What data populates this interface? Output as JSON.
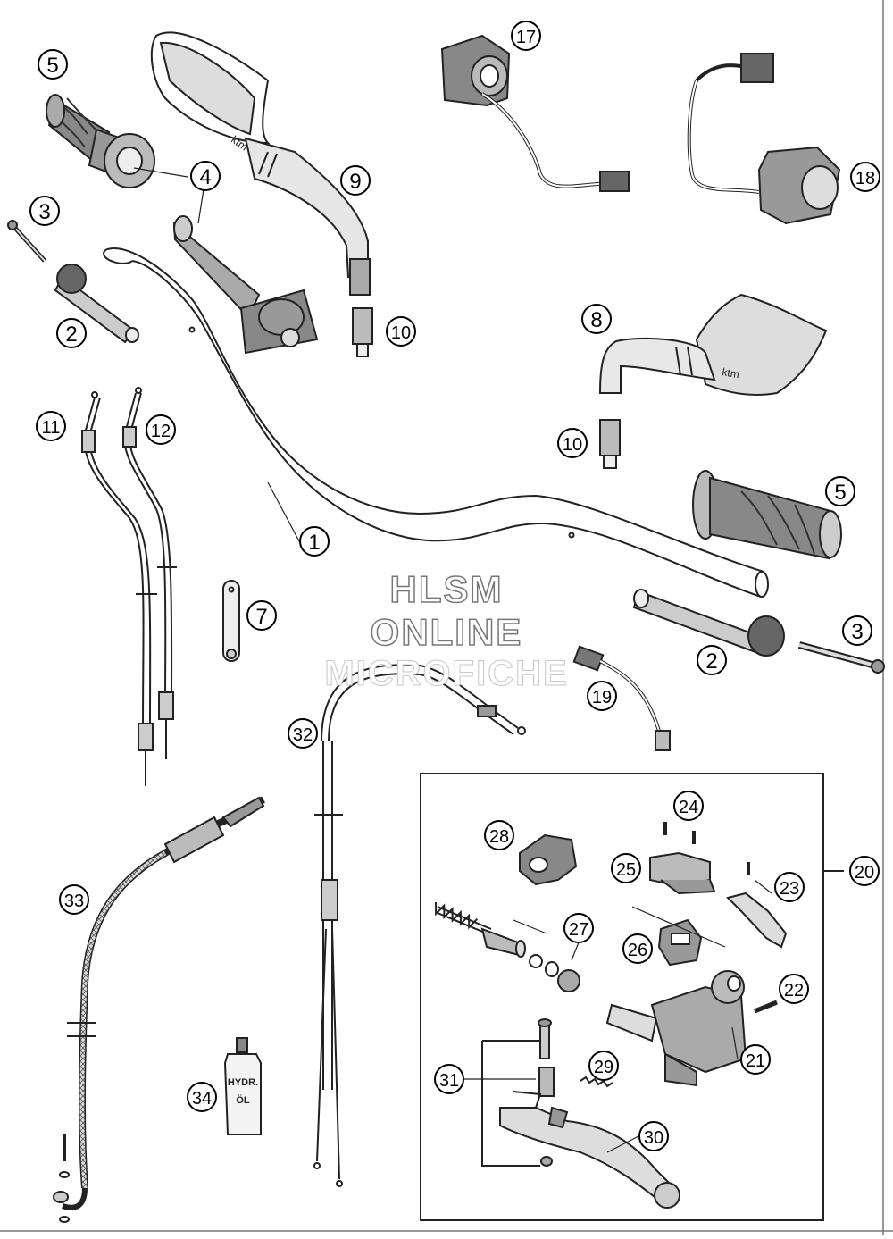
{
  "watermark": {
    "line1": "HLSM",
    "line2": "ONLINE",
    "line3": "MICROFICHE"
  },
  "callouts": [
    {
      "id": "c5a",
      "label": "5"
    },
    {
      "id": "c4",
      "label": "4"
    },
    {
      "id": "c3a",
      "label": "3"
    },
    {
      "id": "c2a",
      "label": "2"
    },
    {
      "id": "c9",
      "label": "9"
    },
    {
      "id": "c10a",
      "label": "10"
    },
    {
      "id": "c17",
      "label": "17"
    },
    {
      "id": "c18",
      "label": "18"
    },
    {
      "id": "c8",
      "label": "8"
    },
    {
      "id": "c10b",
      "label": "10"
    },
    {
      "id": "c11",
      "label": "11"
    },
    {
      "id": "c12",
      "label": "12"
    },
    {
      "id": "c1",
      "label": "1"
    },
    {
      "id": "c5b",
      "label": "5"
    },
    {
      "id": "c7",
      "label": "7"
    },
    {
      "id": "c3b",
      "label": "3"
    },
    {
      "id": "c2b",
      "label": "2"
    },
    {
      "id": "c19",
      "label": "19"
    },
    {
      "id": "c32",
      "label": "32"
    },
    {
      "id": "c24",
      "label": "24"
    },
    {
      "id": "c20",
      "label": "20"
    },
    {
      "id": "c28",
      "label": "28"
    },
    {
      "id": "c25",
      "label": "25"
    },
    {
      "id": "c23",
      "label": "23"
    },
    {
      "id": "c27",
      "label": "27"
    },
    {
      "id": "c26",
      "label": "26"
    },
    {
      "id": "c33",
      "label": "33"
    },
    {
      "id": "c22",
      "label": "22"
    },
    {
      "id": "c21",
      "label": "21"
    },
    {
      "id": "c31",
      "label": "31"
    },
    {
      "id": "c29",
      "label": "29"
    },
    {
      "id": "c34",
      "label": "34"
    },
    {
      "id": "c30",
      "label": "30"
    }
  ],
  "parts": {
    "oil_bottle_text1": "HYDR.",
    "oil_bottle_text2": "ÖL",
    "brand_mark": "ktm"
  }
}
